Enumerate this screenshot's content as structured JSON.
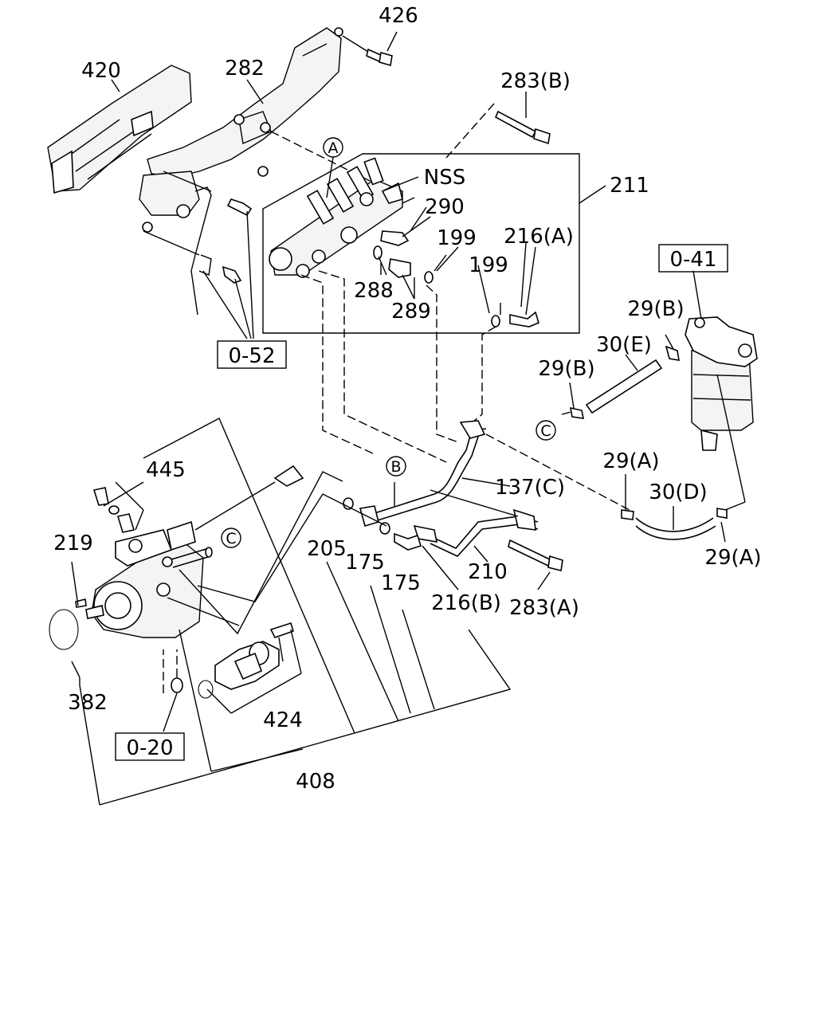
{
  "diagram": {
    "callouts": {
      "p426": "426",
      "p420": "420",
      "p282": "282",
      "p283b": "283(B)",
      "pNSS": "NSS",
      "p211": "211",
      "p290": "290",
      "p199a": "199",
      "p216a": "216(A)",
      "p199b": "199",
      "p288": "288",
      "p289": "289",
      "p29b_top": "29(B)",
      "p30e": "30(E)",
      "p29b_mid": "29(B)",
      "p29a_left": "29(A)",
      "p30d": "30(D)",
      "p29a_right": "29(A)",
      "p445": "445",
      "p137c": "137(C)",
      "p219": "219",
      "p205": "205",
      "p175a": "175",
      "p175b": "175",
      "p210": "210",
      "p216b": "216(B)",
      "p283a": "283(A)",
      "p382": "382",
      "p424": "424",
      "p408": "408"
    },
    "reference_boxes": {
      "r052": "0-52",
      "r041": "0-41",
      "r020": "0-20"
    },
    "circled_letters": {
      "a": "A",
      "b": "B",
      "c_right": "C",
      "c_pump": "C"
    }
  }
}
